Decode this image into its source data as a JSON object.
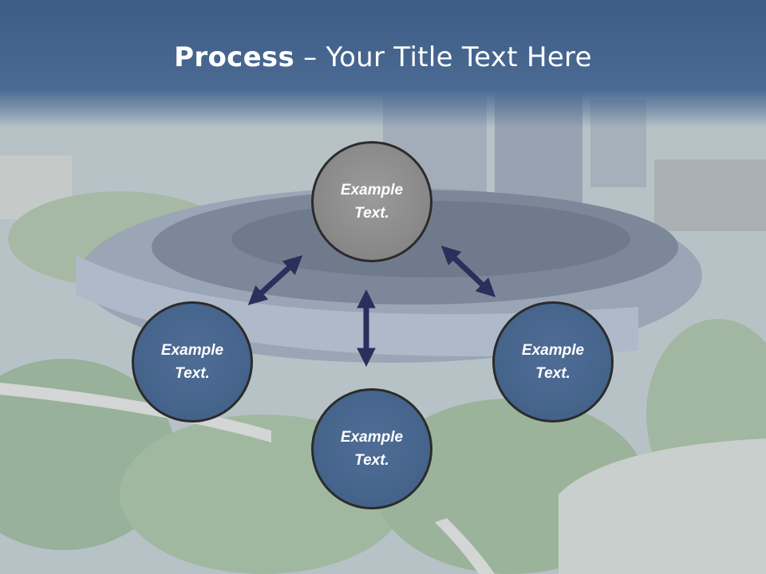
{
  "title": {
    "bold": "Process",
    "dash": " – ",
    "rest": "Your Title Text Here"
  },
  "nodes": [
    {
      "label": "Example\nText.",
      "color": "#8a8a8a"
    },
    {
      "label": "Example\nText.",
      "color": "#46658d"
    },
    {
      "label": "Example\nText.",
      "color": "#46658d"
    },
    {
      "label": "Example\nText.",
      "color": "#46658d"
    }
  ],
  "colors": {
    "header": "#46658d",
    "arrow": "#2b2f5c"
  }
}
